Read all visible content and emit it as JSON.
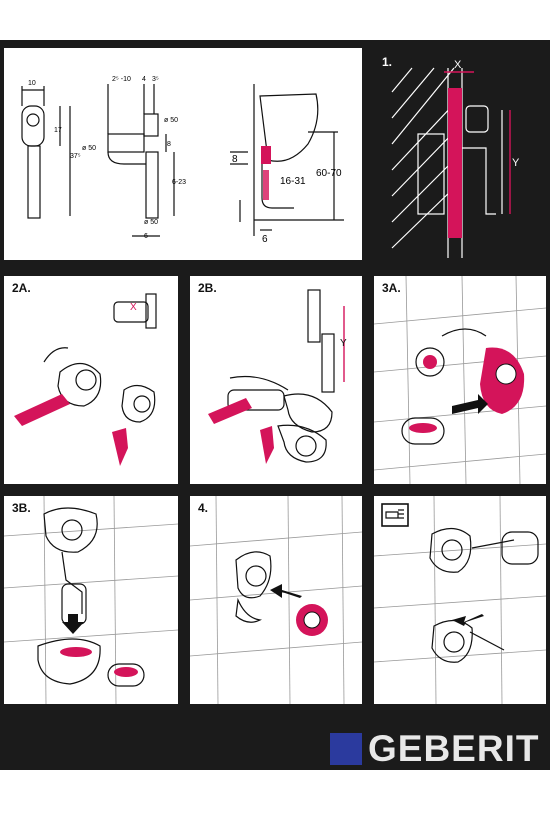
{
  "brand": {
    "name": "GEBERIT",
    "color": "#2b3a9e"
  },
  "accent_color": "#d4145a",
  "steps": {
    "s1": "1.",
    "s2a": "2A.",
    "s2b": "2B.",
    "s3a": "3A.",
    "s3b": "3B.",
    "s4": "4.",
    "tip_icon": "hand-pointing-icon"
  },
  "dimensions": {
    "d10": "10",
    "d17": "17",
    "d37": "37⁵",
    "d2to10": "2⁵ -10",
    "d4": "4",
    "d3": "3⁵",
    "d50a": "ø 50",
    "d50b": "ø 50",
    "d50c": "ø 50",
    "d8": "8",
    "d6to23": "6-23",
    "d6": "6",
    "w8": "8",
    "w16": "16-31",
    "w60": "60-70",
    "w6": "6",
    "x1": "X",
    "y1": "Y",
    "x2a": "X",
    "y2b": "Y"
  }
}
